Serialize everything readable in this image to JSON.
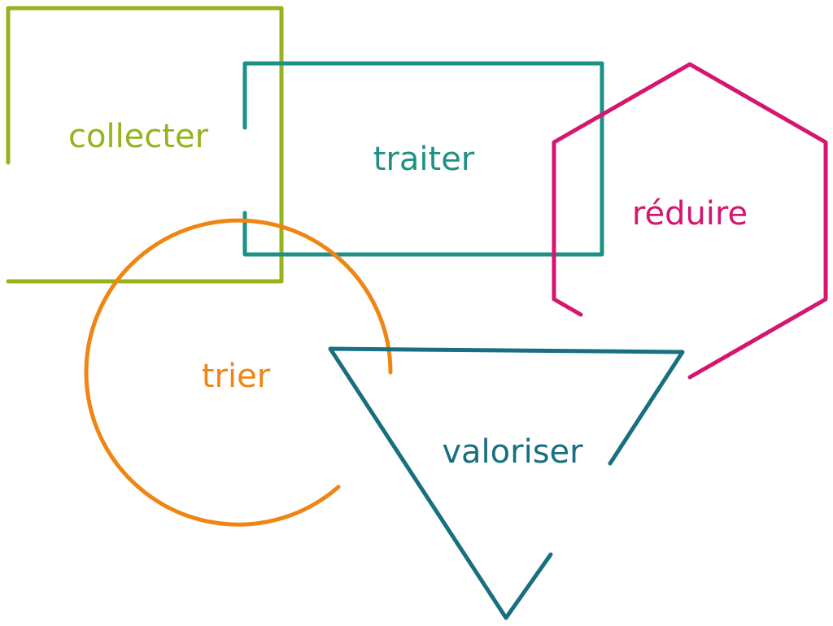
{
  "colors": {
    "collecter": "#95b31b",
    "traiter": "#1f9084",
    "reduire": "#d4166f",
    "trier": "#ef8512",
    "valoriser": "#186f80",
    "background": "#ffffff"
  },
  "labels": {
    "collecter": "collecter",
    "traiter": "traiter",
    "reduire": "réduire",
    "trier": "trier",
    "valoriser": "valoriser"
  }
}
